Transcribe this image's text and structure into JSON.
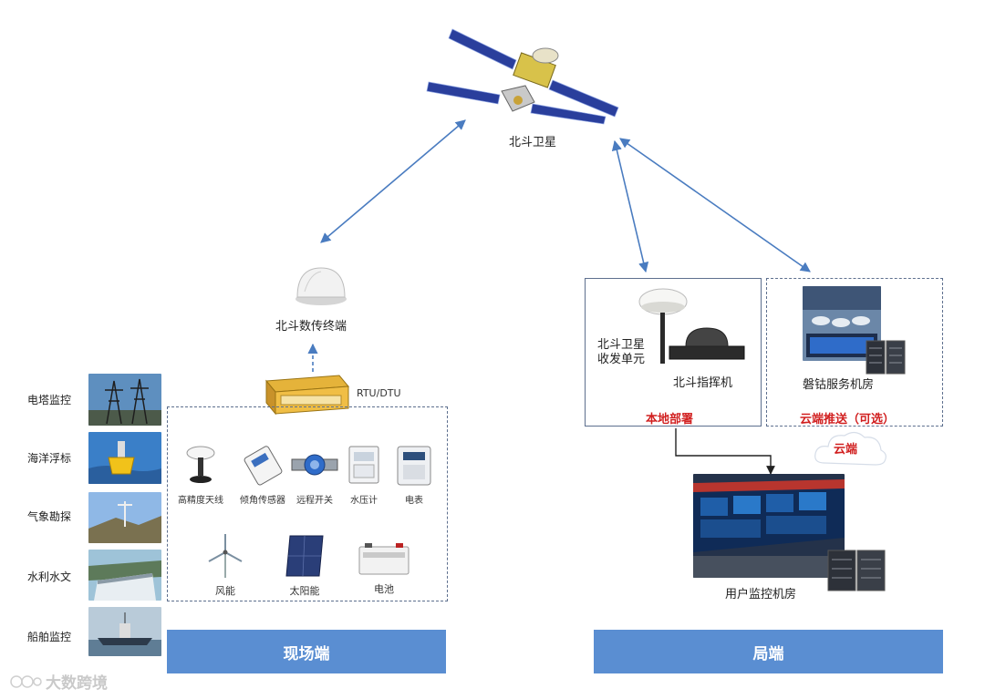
{
  "satellite": {
    "label": "北斗卫星"
  },
  "terminal": {
    "label": "北斗数传终端",
    "rtu_label": "RTU/DTU"
  },
  "scenarios": [
    {
      "label": "电塔监控",
      "icon": "power-tower-photo"
    },
    {
      "label": "海洋浮标",
      "icon": "ocean-buoy-photo"
    },
    {
      "label": "气象勘探",
      "icon": "weather-station-photo"
    },
    {
      "label": "水利水文",
      "icon": "dam-photo"
    },
    {
      "label": "船舶监控",
      "icon": "ship-photo"
    }
  ],
  "sensors": [
    {
      "label": "高精度天线",
      "icon": "gnss-antenna-icon"
    },
    {
      "label": "倾角传感器",
      "icon": "tilt-sensor-icon"
    },
    {
      "label": "远程开关",
      "icon": "remote-switch-icon"
    },
    {
      "label": "水压计",
      "icon": "water-pressure-meter-icon"
    },
    {
      "label": "电表",
      "icon": "electric-meter-icon"
    }
  ],
  "power": [
    {
      "label": "风能",
      "icon": "wind-turbine-icon"
    },
    {
      "label": "太阳能",
      "icon": "solar-panel-icon"
    },
    {
      "label": "电池",
      "icon": "battery-icon"
    }
  ],
  "local": {
    "transceiver_label": "北斗卫星\n收发单元",
    "commander_label": "北斗指挥机",
    "deploy_label": "本地部署"
  },
  "cloud": {
    "server_label": "磐钴服务机房",
    "push_label": "云端推送（可选）",
    "cloud_label": "云端"
  },
  "user_room": {
    "label": "用户监控机房"
  },
  "footer": {
    "field_label": "现场端",
    "office_label": "局端"
  },
  "watermark": {
    "text": "大数跨境"
  },
  "colors": {
    "footer_bar": "#5a8ed2",
    "arrow": "#4a7cc0",
    "box_border": "#5d6f8e",
    "red_label": "#d11f1f"
  }
}
